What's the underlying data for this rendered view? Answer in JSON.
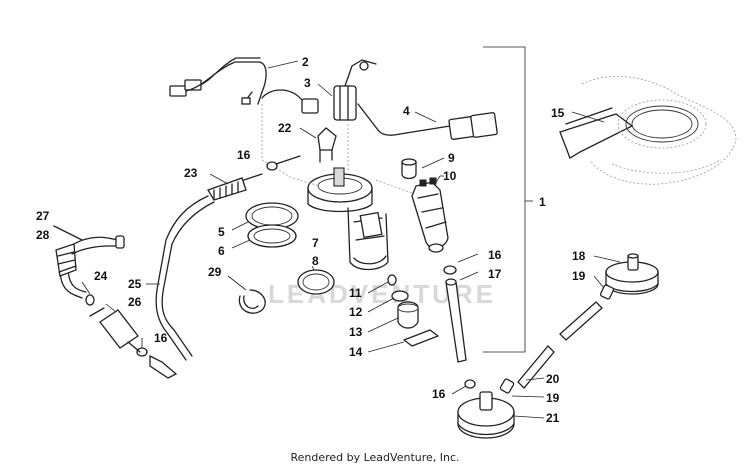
{
  "watermark": "LEADVENTURE",
  "footer": "Rendered by LeadVenture, Inc.",
  "callouts": {
    "c1": "1",
    "c2": "2",
    "c3": "3",
    "c4": "4",
    "c5": "5",
    "c6": "6",
    "c7": "7",
    "c8": "8",
    "c9": "9",
    "c10": "10",
    "c11": "11",
    "c12": "12",
    "c13": "13",
    "c14": "14",
    "c15": "15",
    "c16a": "16",
    "c16b": "16",
    "c16c": "16",
    "c16d": "16",
    "c17": "17",
    "c18": "18",
    "c19a": "19",
    "c19b": "19",
    "c20": "20",
    "c21": "21",
    "c22": "22",
    "c23": "23",
    "c24": "24",
    "c25": "25",
    "c26": "26",
    "c27": "27",
    "c28": "28",
    "c29": "29"
  }
}
